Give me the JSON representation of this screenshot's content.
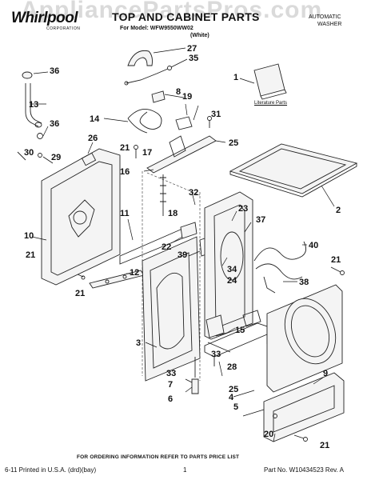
{
  "watermark": "AppliancePartsPros.com",
  "header": {
    "brand": "Whirlpool",
    "brand_sub": "CORPORATION",
    "title": "TOP AND CABINET PARTS",
    "model_line": "For Model: WFW9550WW02",
    "color": "(White)",
    "product_type_line1": "AUTOMATIC",
    "product_type_line2": "WASHER"
  },
  "literature_label": "Literature Parts",
  "callouts": [
    "1",
    "2",
    "3",
    "4",
    "5",
    "6",
    "7",
    "8",
    "9",
    "10",
    "11",
    "12",
    "13",
    "14",
    "15",
    "16",
    "17",
    "18",
    "19",
    "20",
    "21",
    "22",
    "23",
    "24",
    "25",
    "26",
    "27",
    "28",
    "29",
    "30",
    "31",
    "32",
    "33",
    "34",
    "35",
    "36",
    "37",
    "38",
    "39",
    "40"
  ],
  "footer": {
    "ordering_note": "FOR ORDERING INFORMATION REFER TO PARTS PRICE LIST",
    "printed": "6-11 Printed in U.S.A. (drd)(bay)",
    "page_number": "1",
    "part_number": "Part No. W10434523 Rev. A"
  }
}
